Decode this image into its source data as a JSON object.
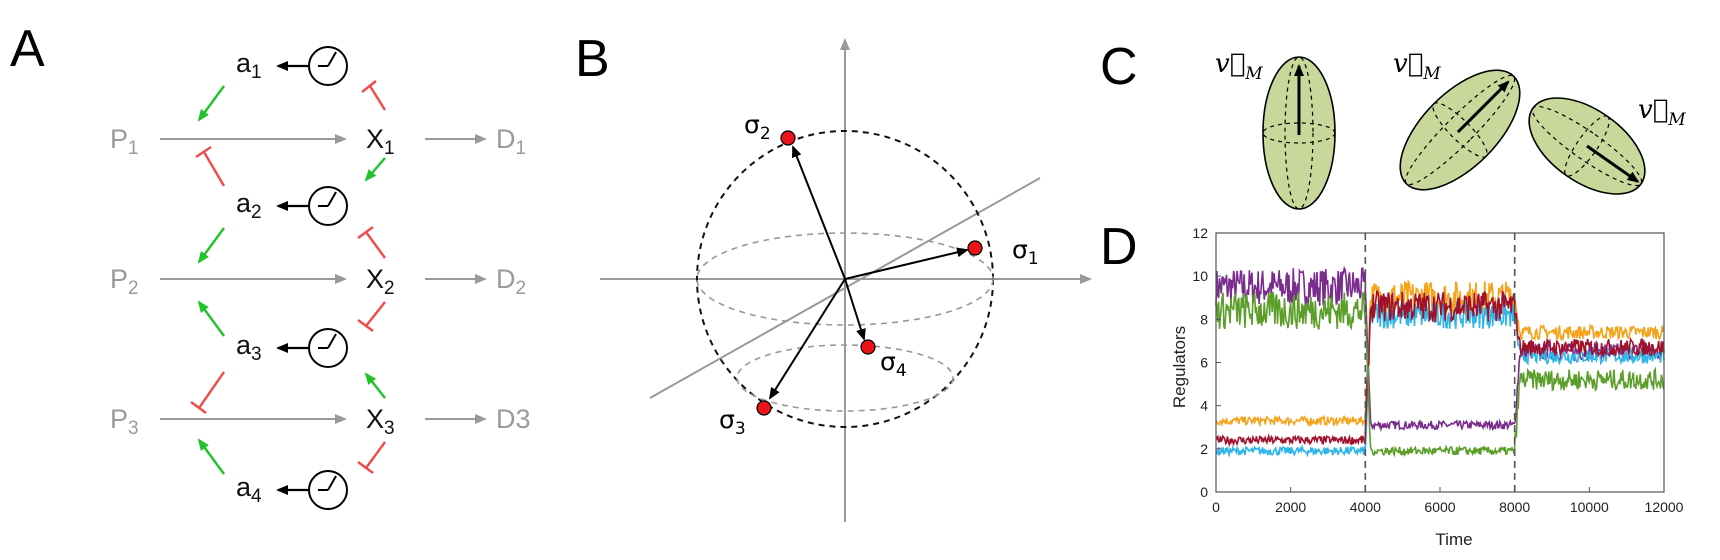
{
  "panel_labels": [
    "A",
    "B",
    "C",
    "D"
  ],
  "panelA": {
    "producers": [
      "P",
      "P",
      "P"
    ],
    "producer_subs": [
      "1",
      "2",
      "3"
    ],
    "species": [
      "X",
      "X",
      "X"
    ],
    "species_subs": [
      "1",
      "2",
      "3"
    ],
    "degraders": [
      "D",
      "D",
      "D3"
    ],
    "degrader_subs": [
      "1",
      "2",
      ""
    ],
    "regulators": [
      "a",
      "a",
      "a",
      "a"
    ],
    "regulator_subs": [
      "1",
      "2",
      "3",
      "4"
    ],
    "colors": {
      "activation": "#22c22a",
      "inhibition": "#f04a4a",
      "gray": "#999999"
    }
  },
  "panelB": {
    "sigmas": [
      "σ",
      "σ",
      "σ",
      "σ"
    ],
    "sigma_subs": [
      "1",
      "2",
      "3",
      "4"
    ],
    "point_color": "#e8141a"
  },
  "panelC": {
    "vector_label": "v⃗",
    "vector_sub": "M",
    "ellipsoid_fill": "#c8d89a"
  },
  "panelD": {
    "chart_data": {
      "type": "line",
      "xlabel": "Time",
      "ylabel": "Regulators",
      "xlim": [
        0,
        12000
      ],
      "ylim": [
        0,
        12
      ],
      "xticks": [
        0,
        2000,
        4000,
        6000,
        8000,
        10000,
        12000
      ],
      "yticks": [
        0,
        2,
        4,
        6,
        8,
        10,
        12
      ],
      "switch_times": [
        4000,
        8000
      ],
      "series": [
        {
          "color": "#7b2d8e",
          "segments": [
            {
              "x": [
                0,
                4000
              ],
              "mean": 9.5,
              "noise": 0.55
            },
            {
              "x": [
                4000,
                8000
              ],
              "mean": 3.1,
              "noise": 0.12
            },
            {
              "x": [
                8000,
                12000
              ],
              "mean": 6.5,
              "noise": 0.25
            }
          ]
        },
        {
          "color": "#f5a31a",
          "segments": [
            {
              "x": [
                0,
                4000
              ],
              "mean": 3.3,
              "noise": 0.12
            },
            {
              "x": [
                4000,
                8000
              ],
              "mean": 9.0,
              "noise": 0.5
            },
            {
              "x": [
                8000,
                12000
              ],
              "mean": 7.4,
              "noise": 0.2
            }
          ]
        },
        {
          "color": "#2fb5e8",
          "segments": [
            {
              "x": [
                0,
                4000
              ],
              "mean": 1.9,
              "noise": 0.12
            },
            {
              "x": [
                4000,
                8000
              ],
              "mean": 8.2,
              "noise": 0.4
            },
            {
              "x": [
                8000,
                12000
              ],
              "mean": 6.3,
              "noise": 0.22
            }
          ]
        },
        {
          "color": "#a0112c",
          "segments": [
            {
              "x": [
                0,
                4000
              ],
              "mean": 2.4,
              "noise": 0.12
            },
            {
              "x": [
                4000,
                8000
              ],
              "mean": 8.6,
              "noise": 0.45
            },
            {
              "x": [
                8000,
                12000
              ],
              "mean": 6.7,
              "noise": 0.25
            }
          ]
        },
        {
          "color": "#5c9e2a",
          "segments": [
            {
              "x": [
                0,
                4000
              ],
              "mean": 8.4,
              "noise": 0.55
            },
            {
              "x": [
                4000,
                8000
              ],
              "mean": 1.9,
              "noise": 0.12
            },
            {
              "x": [
                8000,
                12000
              ],
              "mean": 5.2,
              "noise": 0.3
            }
          ]
        }
      ]
    }
  }
}
